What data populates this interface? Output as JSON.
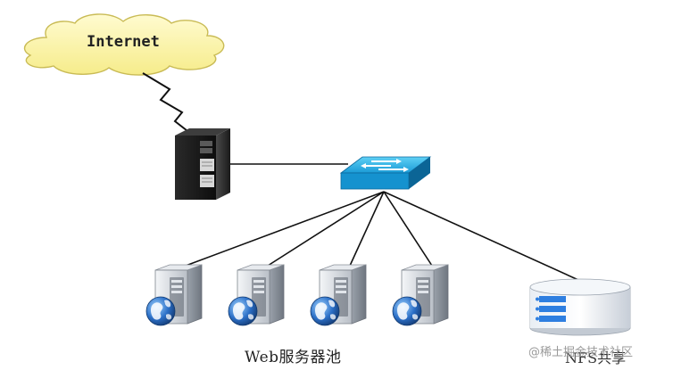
{
  "diagram": {
    "cloud_label": "Internet",
    "pool_label": "Web服务器池",
    "nfs_label": "NFS共享",
    "watermark": "@稀土掘金技术社区"
  },
  "icons": {
    "cloud": "cloud-icon",
    "gateway": "server-tower-icon",
    "switch": "network-switch-icon",
    "web_server": "web-server-globe-icon",
    "storage": "nfs-storage-icon"
  },
  "colors": {
    "cloud_fill": "#fdf7b0",
    "switch_blue": "#1ea3dc",
    "globe_blue": "#2b6fc7",
    "server_gray": "#d9dde3",
    "storage_stripe": "#2f7fe0"
  }
}
